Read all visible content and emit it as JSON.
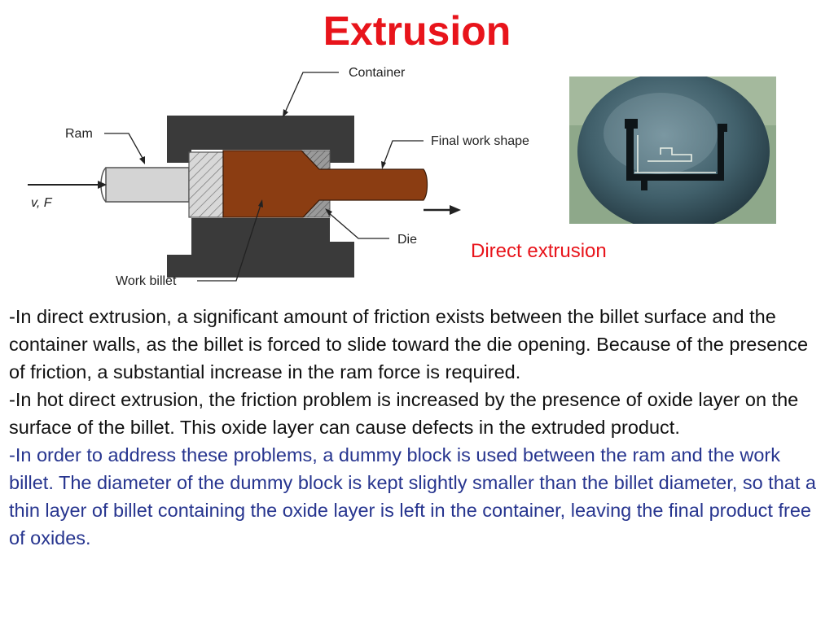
{
  "slide": {
    "title": "Extrusion",
    "colors": {
      "title": "#e8141b",
      "caption": "#e8141b",
      "body": "#111111",
      "highlight": "#27358f"
    }
  },
  "diagram": {
    "labels": {
      "container": "Container",
      "ram": "Ram",
      "final_work_shape": "Final work shape",
      "force": "v, F",
      "die": "Die",
      "work_billet": "Work billet"
    },
    "colors": {
      "container": "#3a3a3a",
      "billet": "#8b3d12",
      "ram": "#d4d4d4",
      "dummy_block": "#c8c8c8",
      "die": "#8d8d8d"
    }
  },
  "photo": {
    "caption": "Direct extrusion"
  },
  "paragraphs": [
    "-In direct extrusion, a significant amount of friction exists between the billet surface and the container walls, as the billet is forced to slide toward the die opening. Because of the presence of friction, a substantial increase in the ram force is required.",
    "-In hot direct extrusion, the friction problem is increased by the presence of oxide layer on the surface of the billet. This oxide layer can cause defects in the extruded product.",
    "-In order to address these problems, a dummy block is used between the ram and the work billet. The diameter of the dummy block is kept slightly smaller than the billet diameter, so that a thin layer of billet containing the oxide layer is left in the container, leaving the final product free of oxides."
  ]
}
